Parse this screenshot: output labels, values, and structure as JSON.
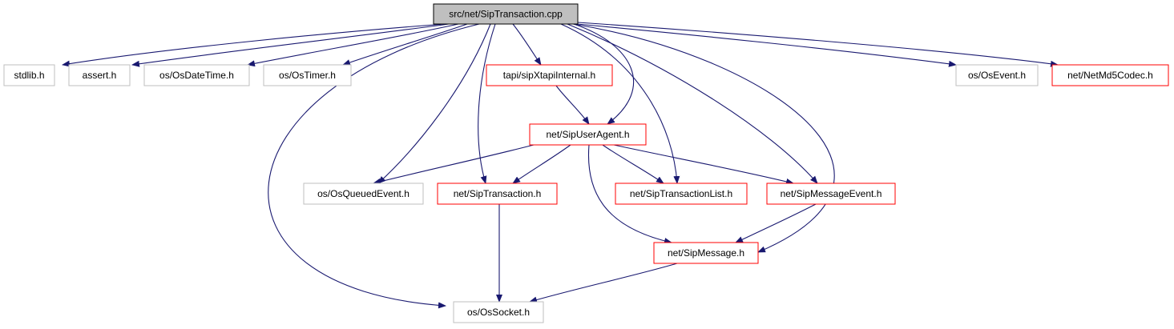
{
  "diagram": {
    "root": "src/net/SipTransaction.cpp",
    "colors": {
      "edge": "#191970",
      "root_fill": "#bfbfbf",
      "root_border": "#000000",
      "project_border": "#ff0000",
      "external_border": "#bfbfbf"
    },
    "nodes": [
      {
        "id": "root",
        "label": "src/net/SipTransaction.cpp",
        "kind": "root"
      },
      {
        "id": "stdlib",
        "label": "stdlib.h",
        "kind": "external"
      },
      {
        "id": "assert",
        "label": "assert.h",
        "kind": "external"
      },
      {
        "id": "datetime",
        "label": "os/OsDateTime.h",
        "kind": "external"
      },
      {
        "id": "timer",
        "label": "os/OsTimer.h",
        "kind": "external"
      },
      {
        "id": "sipxtapi",
        "label": "tapi/sipXtapiInternal.h",
        "kind": "project"
      },
      {
        "id": "osevent",
        "label": "os/OsEvent.h",
        "kind": "external"
      },
      {
        "id": "md5",
        "label": "net/NetMd5Codec.h",
        "kind": "project"
      },
      {
        "id": "useragent",
        "label": "net/SipUserAgent.h",
        "kind": "project"
      },
      {
        "id": "queued",
        "label": "os/OsQueuedEvent.h",
        "kind": "external"
      },
      {
        "id": "trans",
        "label": "net/SipTransaction.h",
        "kind": "project"
      },
      {
        "id": "translist",
        "label": "net/SipTransactionList.h",
        "kind": "project"
      },
      {
        "id": "msgevent",
        "label": "net/SipMessageEvent.h",
        "kind": "project"
      },
      {
        "id": "sipmsg",
        "label": "net/SipMessage.h",
        "kind": "project"
      },
      {
        "id": "socket",
        "label": "os/OsSocket.h",
        "kind": "external"
      }
    ],
    "edges": [
      [
        "root",
        "stdlib"
      ],
      [
        "root",
        "assert"
      ],
      [
        "root",
        "datetime"
      ],
      [
        "root",
        "timer"
      ],
      [
        "root",
        "sipxtapi"
      ],
      [
        "root",
        "osevent"
      ],
      [
        "root",
        "md5"
      ],
      [
        "root",
        "useragent"
      ],
      [
        "root",
        "queued"
      ],
      [
        "root",
        "trans"
      ],
      [
        "root",
        "translist"
      ],
      [
        "root",
        "msgevent"
      ],
      [
        "root",
        "sipmsg"
      ],
      [
        "root",
        "socket"
      ],
      [
        "sipxtapi",
        "useragent"
      ],
      [
        "useragent",
        "queued"
      ],
      [
        "useragent",
        "trans"
      ],
      [
        "useragent",
        "translist"
      ],
      [
        "useragent",
        "msgevent"
      ],
      [
        "useragent",
        "sipmsg"
      ],
      [
        "trans",
        "socket"
      ],
      [
        "msgevent",
        "sipmsg"
      ],
      [
        "sipmsg",
        "socket"
      ]
    ]
  }
}
